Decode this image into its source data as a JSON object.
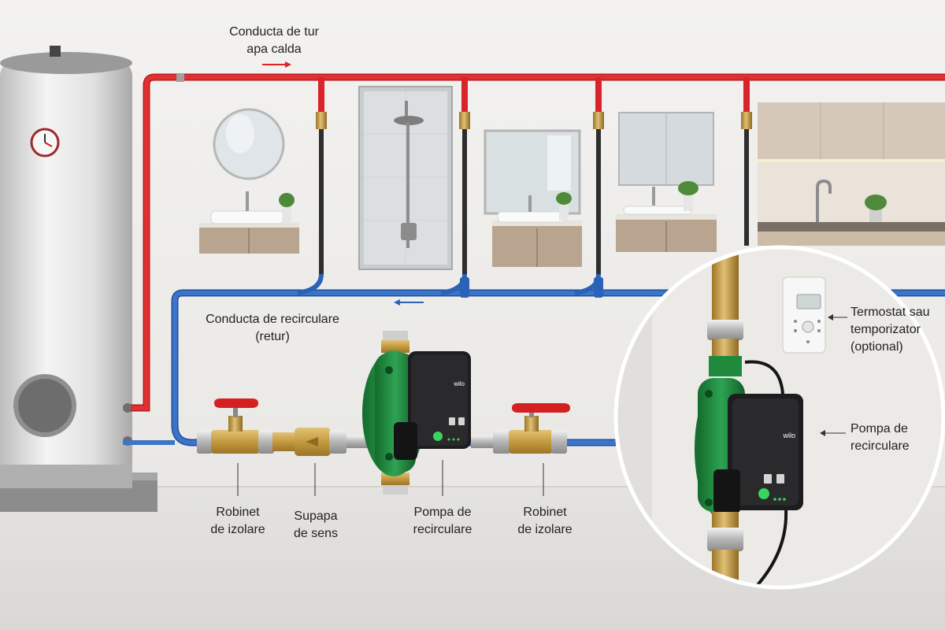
{
  "labels": {
    "supply_line": [
      "Conducta de tur",
      "apa calda"
    ],
    "return_line": [
      "Conducta de recirculare",
      "(retur)"
    ],
    "isolation_valve_left": [
      "Robinet",
      "de izolare"
    ],
    "check_valve": [
      "Supapa",
      "de sens"
    ],
    "pump_main": [
      "Pompa de",
      "recirculare"
    ],
    "isolation_valve_right": [
      "Robinet",
      "de izolare"
    ],
    "thermostat": [
      "Termostat sau",
      "temporizator",
      "(optional)"
    ],
    "pump_detail": [
      "Pompa de",
      "recirculare"
    ]
  },
  "pump_brand": "wilo",
  "colors": {
    "hot_pipe": "#d8242a",
    "return_pipe": "#2a62b8",
    "pump_body": "#1f8a3c",
    "pump_head": "#1d1d1f",
    "valve_handle": "#d42020",
    "brass": "#c9a24a",
    "wall": "#ecebe8"
  }
}
